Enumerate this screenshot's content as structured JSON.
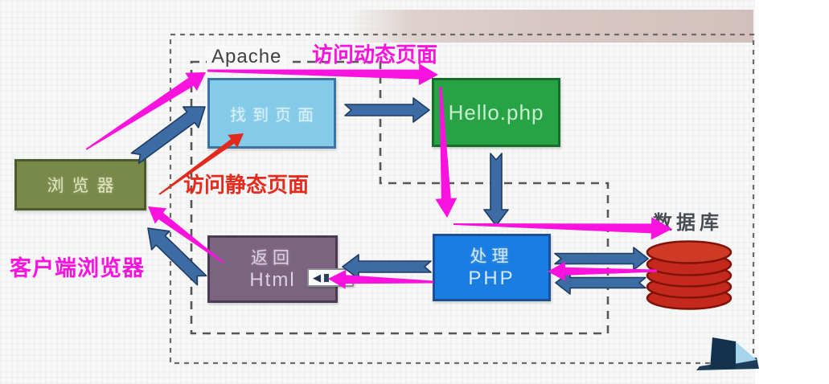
{
  "labels": {
    "apache": "Apache",
    "browser": "浏览器",
    "find_page": "找到页面",
    "hello_php": "Hello.php",
    "return_html_line1": "返回",
    "return_html_line2": "Html",
    "process_php_line1": "处理",
    "process_php_line2": "PHP",
    "database": "数据库"
  },
  "annotations": {
    "dynamic_page": "访问动态页面",
    "static_page": "访问静态页面",
    "client_browser": "客户端浏览器"
  },
  "icons": {
    "back_badge": "◀"
  },
  "colors": {
    "magenta_arrow": "#fb12de",
    "red_arrow": "#e3291c",
    "blue_arrow_fill": "#3d6ba3",
    "blue_arrow_stroke": "#1e3c63",
    "browser_fill": "#79894a",
    "find_page_fill": "#84cbe9",
    "hello_fill": "#27a244",
    "return_html_fill": "#7c6481",
    "process_php_fill": "#1a7de2",
    "database_fill": "#c5291d",
    "dashed_line": "#55565a"
  }
}
